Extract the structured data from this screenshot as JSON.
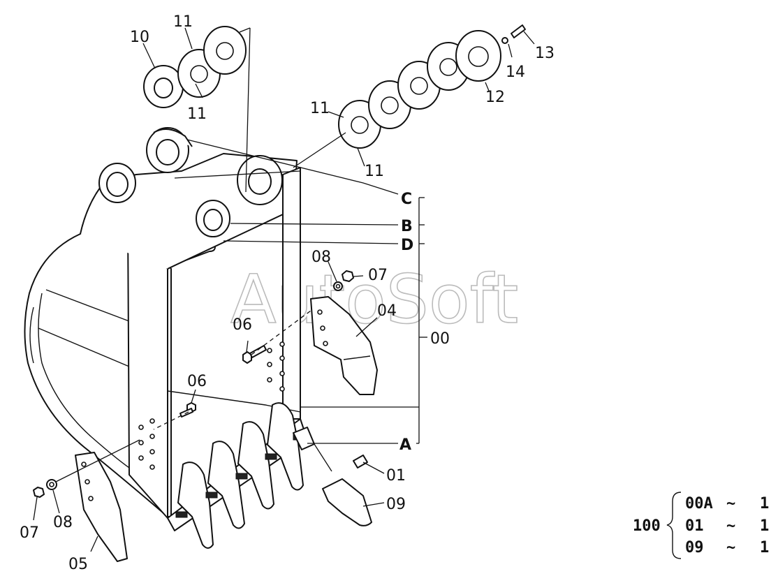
{
  "watermark": "AutoSoft",
  "labels": {
    "p10": "10",
    "p11a": "11",
    "p11b": "11",
    "p11c": "11",
    "p11d": "11",
    "p12": "12",
    "p13": "13",
    "p14": "14",
    "pC": "C",
    "pB": "B",
    "pD": "D",
    "p08a": "08",
    "p07a": "07",
    "p04": "04",
    "p06a": "06",
    "p00": "00",
    "p06b": "06",
    "pA": "A",
    "p01": "01",
    "p09": "09",
    "p07b": "07",
    "p08b": "08",
    "p05": "05"
  },
  "legend": {
    "assembly": "100",
    "rows": [
      {
        "code": "00A",
        "tilde": "~",
        "qty": "1"
      },
      {
        "code": "01",
        "tilde": "~",
        "qty": "1"
      },
      {
        "code": "09",
        "tilde": "~",
        "qty": "1"
      }
    ]
  }
}
